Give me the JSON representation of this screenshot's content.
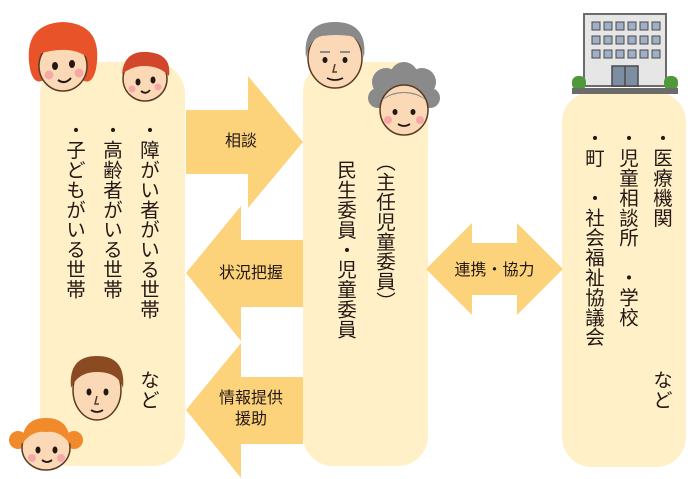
{
  "households": {
    "items": [
      "・障がい者がいる世帯",
      "・高齢者がいる世帯",
      "・子どもがいる世帯"
    ],
    "suffix": "など"
  },
  "commissioner": {
    "line1": "民生委員・児童委員",
    "line2": "（主任児童委員）"
  },
  "organizations": {
    "items": [
      "・医療機関",
      "・児童相談所　・学校",
      "・町　・社会福祉協議会"
    ],
    "suffix": "など"
  },
  "arrows": {
    "consult": "相談",
    "status": "状況把握",
    "info_line1": "情報提供",
    "info_line2": "援助",
    "cooperation": "連携・協力"
  },
  "colors": {
    "panel": "#fff0c8",
    "arrow": "#fcd37a",
    "text": "#231815"
  },
  "icons": [
    "woman-icon",
    "boy-icon",
    "man-icon",
    "girl-icon",
    "elderly-man-icon",
    "elderly-woman-icon",
    "building-icon"
  ]
}
